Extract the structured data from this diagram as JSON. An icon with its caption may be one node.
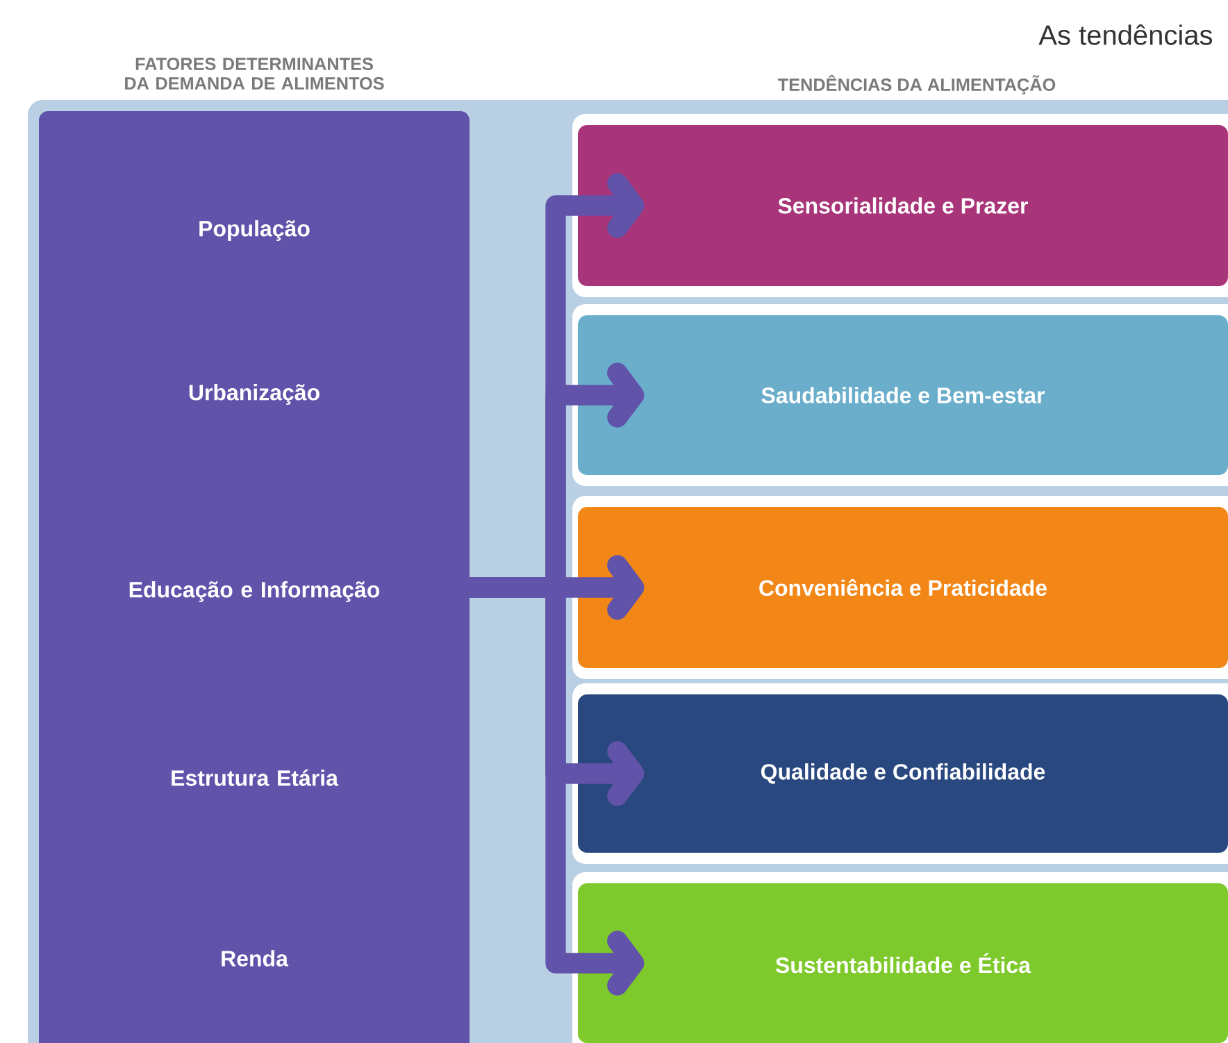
{
  "diagram": {
    "title": "As tendências",
    "nodes": [
      {
        "text": [
          "FATORES  DETERMINANTES DA DEMANDA DE ALIMENTOS",
          "População",
          "Urbanização",
          "Educação e Informação",
          "Estrutura Etária",
          "Renda"
        ]
      },
      {
        "text": [
          "Sensorialidade e Prazer"
        ]
      },
      {
        "text": [
          "Saudabilidade e Bem-estar"
        ]
      },
      {
        "text": [
          "Conveniência e Praticidade"
        ]
      },
      {
        "text": [
          "Qualidade e Confiabilidade"
        ]
      },
      {
        "text": [
          "Sustentabilidade e Ética"
        ]
      }
    ],
    "edges": [
      {
        "from": 0,
        "to": 1,
        "arrow": "to"
      },
      {
        "from": 0,
        "to": 2,
        "arrow": "to"
      },
      {
        "from": 0,
        "to": 3,
        "arrow": "to"
      },
      {
        "from": 0,
        "to": 4,
        "arrow": "to"
      },
      {
        "from": 0,
        "to": 5,
        "arrow": "to"
      }
    ],
    "labels": [
      "TENDÊNCIAS DA ALIMENTAÇÃO"
    ]
  }
}
